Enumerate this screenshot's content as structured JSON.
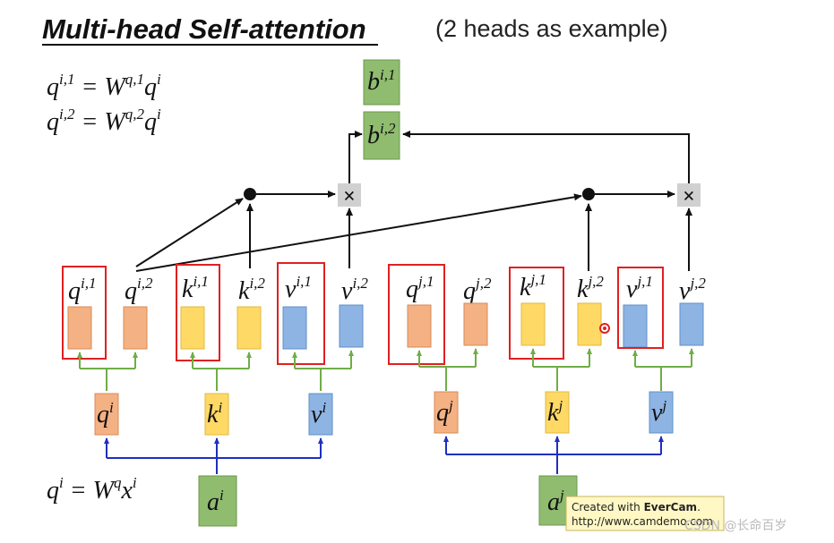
{
  "title": "Multi-head Self-attention",
  "subtitle": "(2 heads as example)",
  "equations": {
    "eq1": {
      "lhs": "q",
      "lhs_sup": "i,1",
      "eq": " = W",
      "w_sup": "q,1",
      "rhs": "q",
      "rhs_sup": "i"
    },
    "eq2": {
      "lhs": "q",
      "lhs_sup": "i,2",
      "eq": " = W",
      "w_sup": "q,2",
      "rhs": "q",
      "rhs_sup": "i"
    },
    "eq3": {
      "lhs": "q",
      "lhs_sup": "i",
      "eq": " = W",
      "w_sup": "q",
      "rhs": "x",
      "rhs_sup": "i"
    }
  },
  "outputs": [
    {
      "base": "b",
      "sup": "i,1"
    },
    {
      "base": "b",
      "sup": "i,2"
    }
  ],
  "heads": [
    {
      "base": "q",
      "sup": "i,1"
    },
    {
      "base": "q",
      "sup": "i,2"
    },
    {
      "base": "k",
      "sup": "i,1"
    },
    {
      "base": "k",
      "sup": "i,2"
    },
    {
      "base": "v",
      "sup": "i,1"
    },
    {
      "base": "v",
      "sup": "i,2"
    },
    {
      "base": "q",
      "sup": "j,1"
    },
    {
      "base": "q",
      "sup": "j,2"
    },
    {
      "base": "k",
      "sup": "j,1"
    },
    {
      "base": "k",
      "sup": "j,2"
    },
    {
      "base": "v",
      "sup": "j,1"
    },
    {
      "base": "v",
      "sup": "j,2"
    }
  ],
  "vectors": [
    {
      "base": "q",
      "sup": "i"
    },
    {
      "base": "k",
      "sup": "i"
    },
    {
      "base": "v",
      "sup": "i"
    },
    {
      "base": "q",
      "sup": "j"
    },
    {
      "base": "k",
      "sup": "j"
    },
    {
      "base": "v",
      "sup": "j"
    }
  ],
  "inputs": [
    {
      "base": "a",
      "sup": "i"
    },
    {
      "base": "a",
      "sup": "j"
    }
  ],
  "ops": {
    "multiply": "×"
  },
  "watermark": {
    "line1_prefix": "Created with ",
    "line1_brand": "EverCam",
    "line1_suffix": ".",
    "line2": "http://www.camdemo.com"
  },
  "credit": "CSDN @长命百岁",
  "colors": {
    "q": "#f4b183",
    "k": "#ffd966",
    "v": "#8eb4e3",
    "output": "#8fbc6f",
    "highlight": "#e02020",
    "tree": "#70ad47",
    "input_line": "#1f2fbf"
  }
}
